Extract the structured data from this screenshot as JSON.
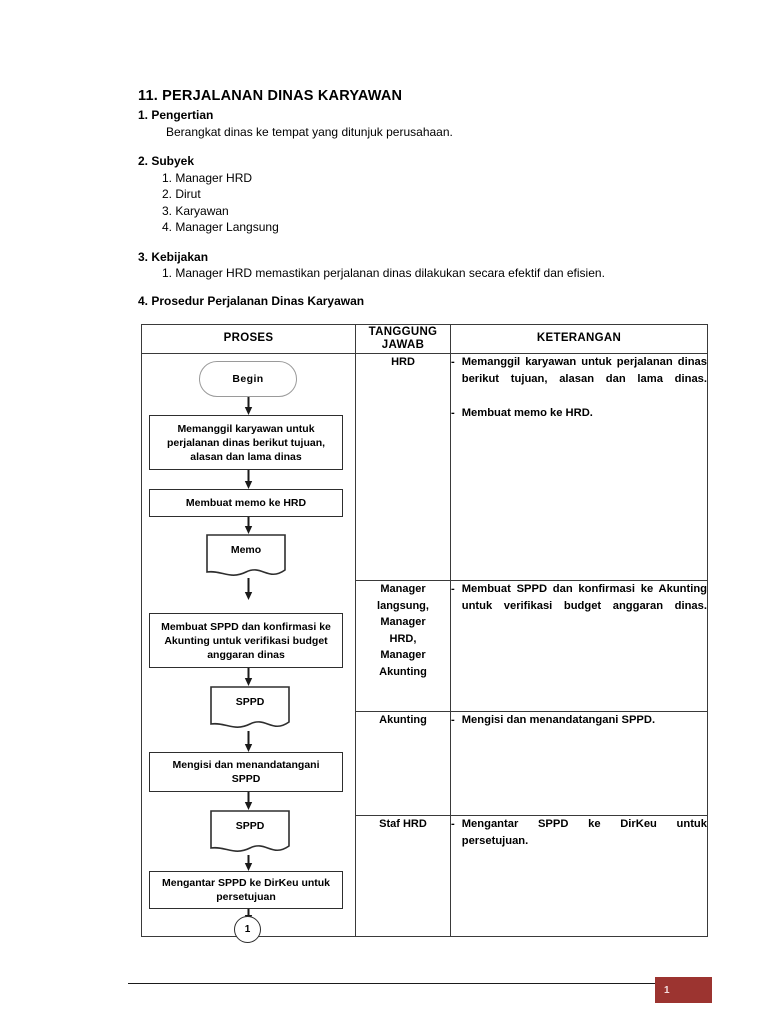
{
  "document": {
    "title": "11. PERJALANAN DINAS KARYAWAN",
    "sections": [
      {
        "heading": "1. Pengertian",
        "body": "Berangkat dinas ke tempat yang ditunjuk perusahaan."
      },
      {
        "heading": "2. Subyek",
        "items": [
          "1. Manager HRD",
          "2. Dirut",
          "3. Karyawan",
          "4. Manager Langsung"
        ]
      },
      {
        "heading": "3. Kebijakan",
        "items": [
          "1. Manager HRD memastikan perjalanan dinas dilakukan secara efektif dan efisien."
        ]
      },
      {
        "heading": "4. Prosedur Perjalanan Dinas Karyawan"
      }
    ]
  },
  "table": {
    "headers": {
      "proses": "PROSES",
      "tanggung_jawab": "TANGGUNG\nJAWAB",
      "tanggung_jawab_line1": "TANGGUNG",
      "tanggung_jawab_line2": "JAWAB",
      "keterangan": "KETERANGAN"
    },
    "rows": [
      {
        "tanggung_jawab": "HRD",
        "keterangan": [
          "Memanggil karyawan untuk perjalanan dinas berikut tujuan, alasan dan lama dinas.",
          "Membuat memo ke HRD."
        ]
      },
      {
        "tanggung_jawab": "Manager langsung, Manager HRD, Manager Akunting",
        "tanggung_jawab_lines": [
          "Manager",
          "langsung,",
          "Manager",
          "HRD,",
          "Manager",
          "Akunting"
        ],
        "keterangan": [
          "Membuat SPPD dan konfirmasi ke Akunting untuk verifikasi budget anggaran dinas."
        ]
      },
      {
        "tanggung_jawab": "Akunting",
        "keterangan": [
          "Mengisi dan menandatangani SPPD."
        ]
      },
      {
        "tanggung_jawab": "Staf HRD",
        "keterangan": [
          "Mengantar SPPD ke DirKeu untuk persetujuan."
        ]
      }
    ],
    "bullet_dash": "-"
  },
  "flowchart": {
    "nodes": [
      {
        "id": "begin",
        "shape": "terminator",
        "label": "Begin"
      },
      {
        "id": "memanggil",
        "shape": "process",
        "label": "Memanggil karyawan untuk perjalanan dinas berikut tujuan, alasan dan lama dinas"
      },
      {
        "id": "membuatmemo",
        "shape": "process",
        "label": "Membuat memo ke HRD"
      },
      {
        "id": "memo",
        "shape": "document",
        "label": "Memo"
      },
      {
        "id": "membuatsppd",
        "shape": "process",
        "label": "Membuat SPPD dan konfirmasi ke Akunting untuk verifikasi budget anggaran dinas"
      },
      {
        "id": "sppd1",
        "shape": "document",
        "label": "SPPD"
      },
      {
        "id": "mengisi",
        "shape": "process",
        "label": "Mengisi dan menandatangani SPPD"
      },
      {
        "id": "sppd2",
        "shape": "document",
        "label": "SPPD"
      },
      {
        "id": "mengantar",
        "shape": "process",
        "label": "Mengantar SPPD ke DirKeu untuk persetujuan"
      },
      {
        "id": "connector",
        "shape": "connector",
        "label": "1"
      }
    ]
  },
  "footer": {
    "page_number": "1",
    "page_number_bg": "#9c3430"
  }
}
